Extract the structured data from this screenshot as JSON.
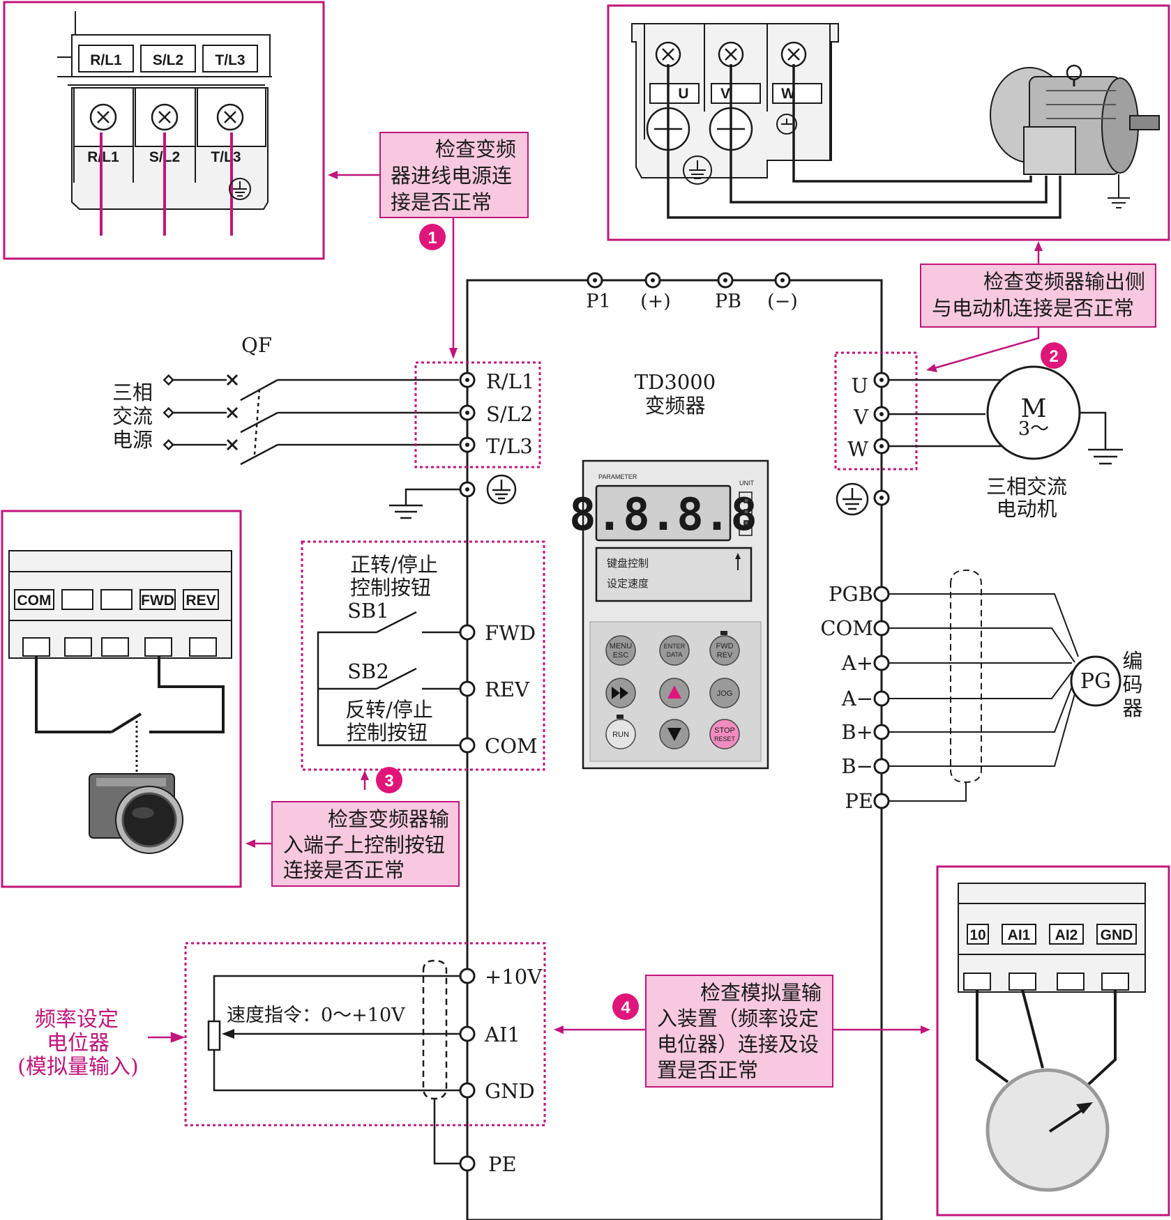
{
  "colors": {
    "pink_border": "#c0157a",
    "note_fill": "#f7c8e0",
    "badge": "#e0157a",
    "line": "#1a1a1a",
    "panel_gray": "#d9d9d9"
  },
  "power": {
    "qf_label": "QF",
    "source_label": [
      "三相",
      "交流",
      "电源"
    ]
  },
  "inverter": {
    "model": "TD3000",
    "name": "变频器",
    "top_terminals": [
      "P1",
      "(+)",
      "PB",
      "(−)"
    ],
    "input_terminals": [
      "R/L1",
      "S/L2",
      "T/L3"
    ],
    "output_terminals": [
      "U",
      "V",
      "W"
    ],
    "control_terminals": [
      "FWD",
      "REV",
      "COM"
    ],
    "analog_terminals": [
      "+10V",
      "AI1",
      "GND"
    ],
    "pe_label": "PE",
    "encoder_terminals": [
      "PGB",
      "COM",
      "A+",
      "A−",
      "B+",
      "B−",
      "PE"
    ]
  },
  "keypad": {
    "parameter_label": "PARAMETER",
    "unit_label": "UNIT",
    "display": "8.8.8.8",
    "lcd_line1": "键盘控制",
    "lcd_line2": "设定速度",
    "keys": [
      "MENU",
      "ESC",
      "ENTER",
      "DATA",
      "FWD",
      "REV",
      "JOG",
      "RUN",
      "STOP",
      "RESET"
    ]
  },
  "motor": {
    "symbol": "M",
    "phase": "3～",
    "label": [
      "三相交流",
      "电动机"
    ]
  },
  "encoder": {
    "symbol": "PG",
    "label": [
      "编",
      "码",
      "器"
    ]
  },
  "buttons": {
    "sb1_label": [
      "正转/停止",
      "控制按钮",
      "SB1"
    ],
    "sb2_label": "SB2",
    "sb2_desc": [
      "反转/停止",
      "控制按钮"
    ]
  },
  "pot": {
    "speed_cmd": "速度指令：0～+10V",
    "label": [
      "频率设定",
      "电位器",
      "(模拟量输入)"
    ]
  },
  "inset_input": {
    "top_labels": [
      "R/L1",
      "S/L2",
      "T/L3"
    ],
    "bottom_labels": [
      "R/L1",
      "S/L2",
      "T/L3"
    ]
  },
  "inset_output": {
    "labels": [
      "U",
      "V",
      "W"
    ]
  },
  "inset_control": {
    "labels": [
      "COM",
      "",
      "",
      "FWD",
      "REV"
    ]
  },
  "inset_analog": {
    "labels": [
      "10",
      "AI1",
      "AI2",
      "GND"
    ]
  },
  "notes": {
    "n1": [
      "检查变频",
      "器进线电源连",
      "接是否正常"
    ],
    "n2": [
      "检查变频器输出侧",
      "与电动机连接是否正常"
    ],
    "n3": [
      "检查变频器输",
      "入端子上控制按钮",
      "连接是否正常"
    ],
    "n4": [
      "检查模拟量输",
      "入装置（频率设定",
      "电位器）连接及设",
      "置是否正常"
    ]
  },
  "badges": [
    "1",
    "2",
    "3",
    "4"
  ]
}
